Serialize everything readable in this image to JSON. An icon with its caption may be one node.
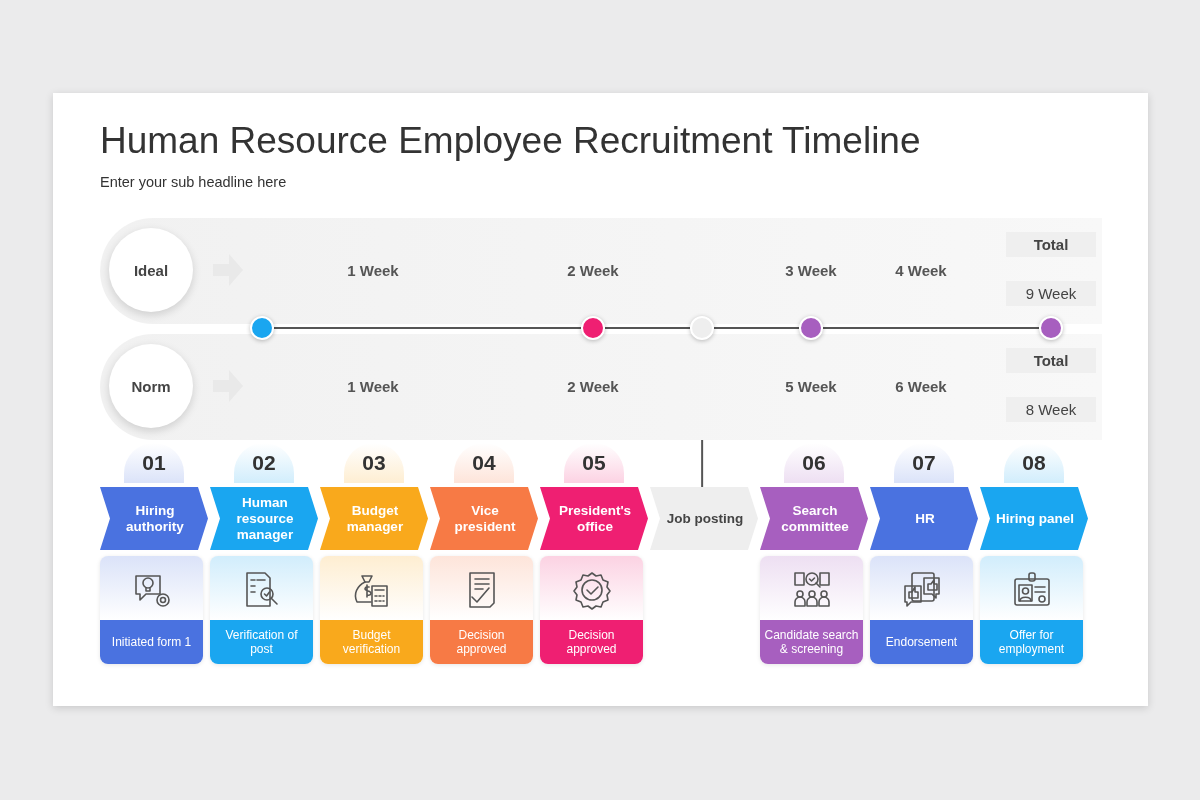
{
  "diagram": {
    "title": "Human Resource Employee Recruitment Timeline",
    "nodes": [
      {
        "text": [
          "Ideal"
        ]
      },
      {
        "text": [
          "Norm"
        ]
      },
      {
        "text": [],
        "shape": "circle"
      },
      {
        "text": [],
        "shape": "circle"
      },
      {
        "text": [],
        "shape": "circle"
      },
      {
        "text": [],
        "shape": "circle"
      },
      {
        "text": [],
        "shape": "circle"
      },
      {
        "text": [
          "Total"
        ]
      },
      {
        "text": [
          "9 Week"
        ]
      },
      {
        "text": [
          "Total"
        ]
      },
      {
        "text": [
          "8 Week"
        ]
      },
      {
        "text": [
          "Hiring authority"
        ],
        "beside": [
          "01"
        ]
      },
      {
        "text": [
          "Human resource manager"
        ],
        "beside": [
          "02"
        ]
      },
      {
        "text": [
          "Budget manager"
        ],
        "beside": [
          "03"
        ]
      },
      {
        "text": [
          "Vice president"
        ],
        "beside": [
          "04"
        ]
      },
      {
        "text": [
          "President's office"
        ],
        "beside": [
          "05"
        ]
      },
      {
        "text": [
          "Job posting"
        ]
      },
      {
        "text": [
          "Search committee"
        ],
        "beside": [
          "06"
        ]
      },
      {
        "text": [
          "HR"
        ],
        "beside": [
          "07"
        ]
      },
      {
        "text": [
          "Hiring panel"
        ],
        "beside": [
          "08"
        ]
      },
      {
        "text": [
          "Initiated form 1"
        ]
      },
      {
        "text": [
          "Verification of post"
        ]
      },
      {
        "text": [
          "Budget verification"
        ]
      },
      {
        "text": [
          "Decision approved"
        ]
      },
      {
        "text": [
          "Decision approved"
        ]
      },
      {
        "text": [
          "Candidate search & screening"
        ]
      },
      {
        "text": [
          "Endorsement"
        ]
      },
      {
        "text": [
          "Offer for employment"
        ]
      }
    ],
    "edges": [
      {
        "from": 2,
        "to": 3,
        "arrow": "none"
      },
      {
        "from": 3,
        "to": 4,
        "arrow": "none"
      },
      {
        "from": 4,
        "to": 5,
        "arrow": "none"
      },
      {
        "from": 5,
        "to": 6,
        "arrow": "none"
      },
      {
        "from": 4,
        "to": 16,
        "arrow": "none"
      }
    ],
    "labels": [
      "Enter your sub headline here",
      "1 Week",
      "2 Week",
      "3 Week",
      "4 Week",
      "1 Week",
      "2 Week",
      "5 Week",
      "6 Week"
    ]
  }
}
